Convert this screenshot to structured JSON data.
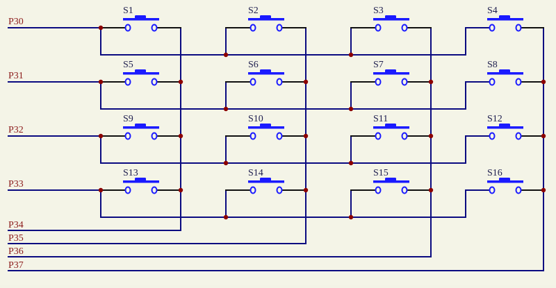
{
  "title": "4x4 Matrix Keypad Schematic",
  "colors": {
    "background": "#f4f4e7",
    "bus_wire": "#0a0a80",
    "short_wire": "#101010",
    "switch": "#1a1aff",
    "junction": "#8b0000",
    "net_label": "#8b1a1a",
    "switch_label": "#202050"
  },
  "row_nets": [
    "P30",
    "P31",
    "P32",
    "P33"
  ],
  "column_nets": [
    "P34",
    "P35",
    "P36",
    "P37"
  ],
  "switches": [
    {
      "label": "S1",
      "row": 0,
      "col": 0
    },
    {
      "label": "S2",
      "row": 0,
      "col": 1
    },
    {
      "label": "S3",
      "row": 0,
      "col": 2
    },
    {
      "label": "S4",
      "row": 0,
      "col": 3
    },
    {
      "label": "S5",
      "row": 1,
      "col": 0
    },
    {
      "label": "S6",
      "row": 1,
      "col": 1
    },
    {
      "label": "S7",
      "row": 1,
      "col": 2
    },
    {
      "label": "S8",
      "row": 1,
      "col": 3
    },
    {
      "label": "S9",
      "row": 2,
      "col": 0
    },
    {
      "label": "S10",
      "row": 2,
      "col": 1
    },
    {
      "label": "S11",
      "row": 2,
      "col": 2
    },
    {
      "label": "S12",
      "row": 2,
      "col": 3
    },
    {
      "label": "S13",
      "row": 3,
      "col": 0
    },
    {
      "label": "S14",
      "row": 3,
      "col": 1
    },
    {
      "label": "S15",
      "row": 3,
      "col": 2
    },
    {
      "label": "S16",
      "row": 3,
      "col": 3
    }
  ]
}
